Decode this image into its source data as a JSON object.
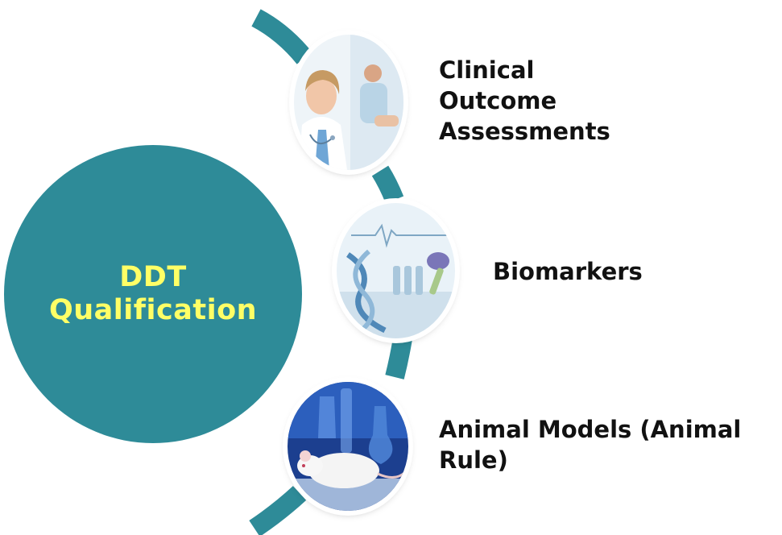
{
  "diagram": {
    "center_label_lines": [
      "DDT",
      "Qualification"
    ],
    "colors": {
      "circle_fill": "#2e8b98",
      "center_text": "#ffff66",
      "connector": "#2e8b98",
      "label_text": "#111111",
      "background": "#ffffff"
    },
    "items": [
      {
        "label_lines": [
          "Clinical",
          "Outcome",
          "Assessments"
        ],
        "image": "doctor-patient-photo"
      },
      {
        "label_lines": [
          "Biomarkers"
        ],
        "image": "dna-lab-photo"
      },
      {
        "label_lines": [
          "Animal Models (Animal",
          "Rule)"
        ],
        "image": "lab-mouse-photo"
      }
    ]
  }
}
